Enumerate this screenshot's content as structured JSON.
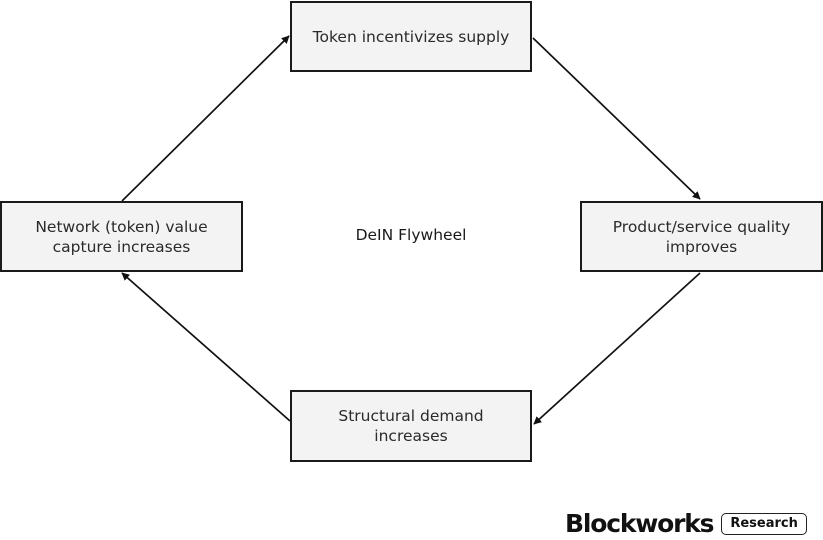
{
  "diagram": {
    "center_label": "DeIN Flywheel",
    "nodes": {
      "top": "Token incentivizes supply",
      "right": "Product/service quality\nimproves",
      "bottom": "Structural demand increases",
      "left": "Network (token) value\ncapture increases"
    }
  },
  "branding": {
    "logo_text": "Blockworks",
    "badge": "Research"
  }
}
